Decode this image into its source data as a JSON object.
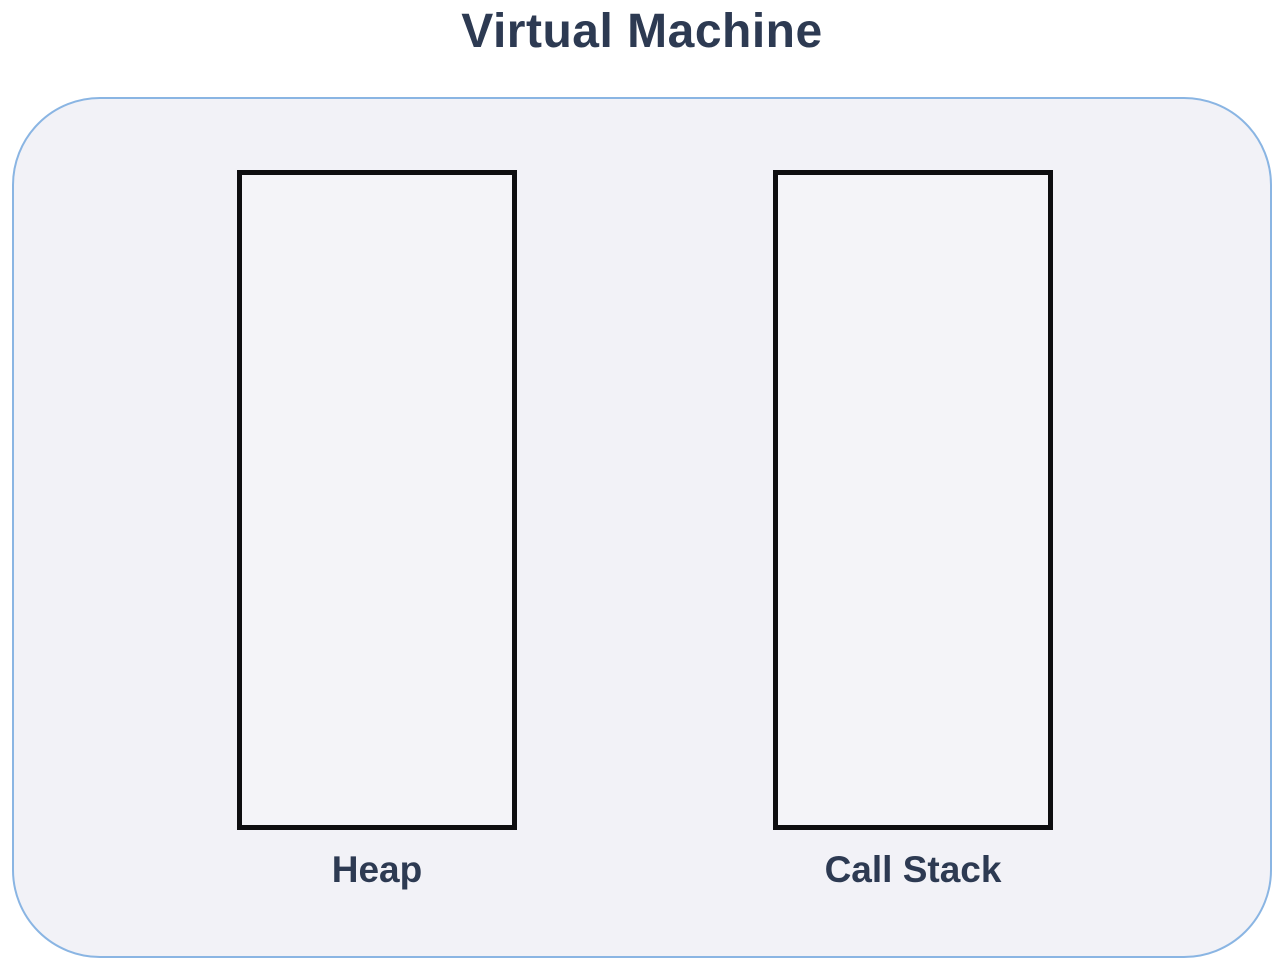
{
  "diagram": {
    "title": "Virtual Machine",
    "container": {
      "name": "Virtual Machine",
      "fill_color": "#f2f2f7",
      "border_color": "#8ab5e3"
    },
    "regions": [
      {
        "label": "Heap",
        "content": ""
      },
      {
        "label": "Call Stack",
        "content": ""
      }
    ],
    "colors": {
      "title_text": "#2d3a52",
      "label_text": "#2d3a52",
      "box_border": "#0e0e10",
      "box_fill": "#f4f4f8",
      "page_background": "#ffffff"
    }
  }
}
